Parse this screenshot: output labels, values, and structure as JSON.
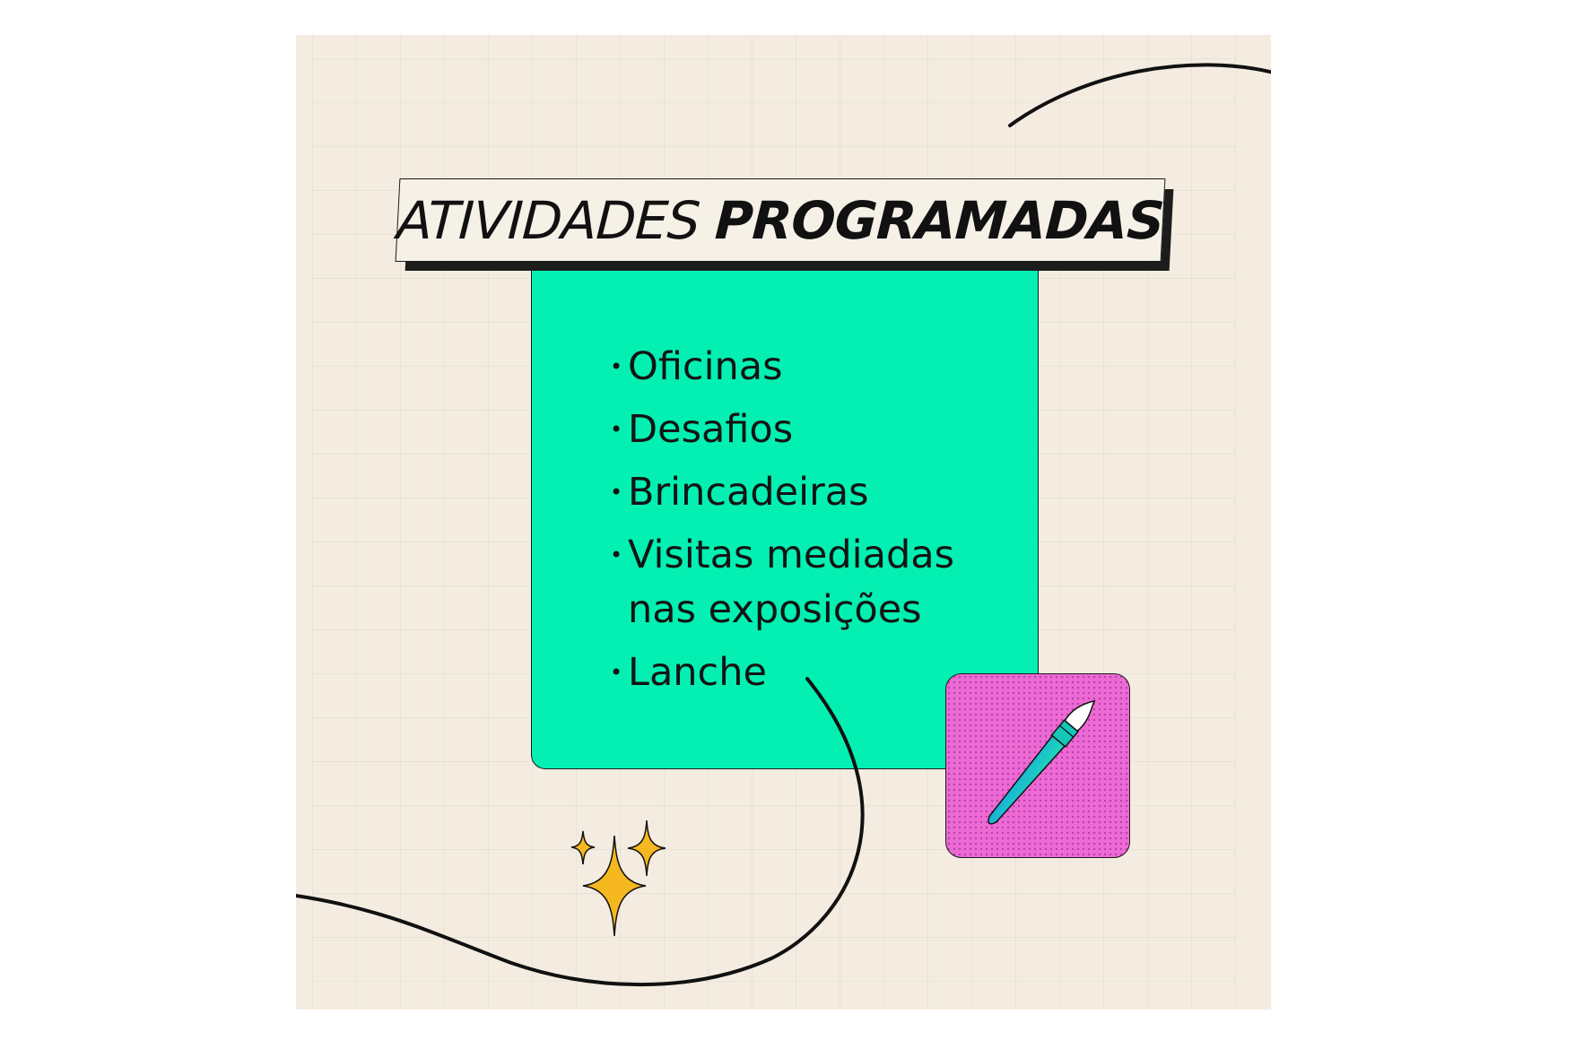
{
  "title": {
    "regular": "ATIVIDADES",
    "bold": "PROGRAMADAS"
  },
  "activities": [
    "Oficinas",
    "Desafios",
    "Brincadeiras",
    "Visitas mediadas\nnas exposições",
    "Lanche"
  ],
  "bullet": "•",
  "colors": {
    "background": "#f4ece0",
    "card_green": "#03f0b2",
    "card_pink": "#ed6ad5",
    "sparkle": "#f6b821",
    "brush": "#15c0d6",
    "ink": "#1a1a1a"
  },
  "icons": {
    "sparkles": "sparkles-icon",
    "paintbrush": "paintbrush-icon"
  }
}
